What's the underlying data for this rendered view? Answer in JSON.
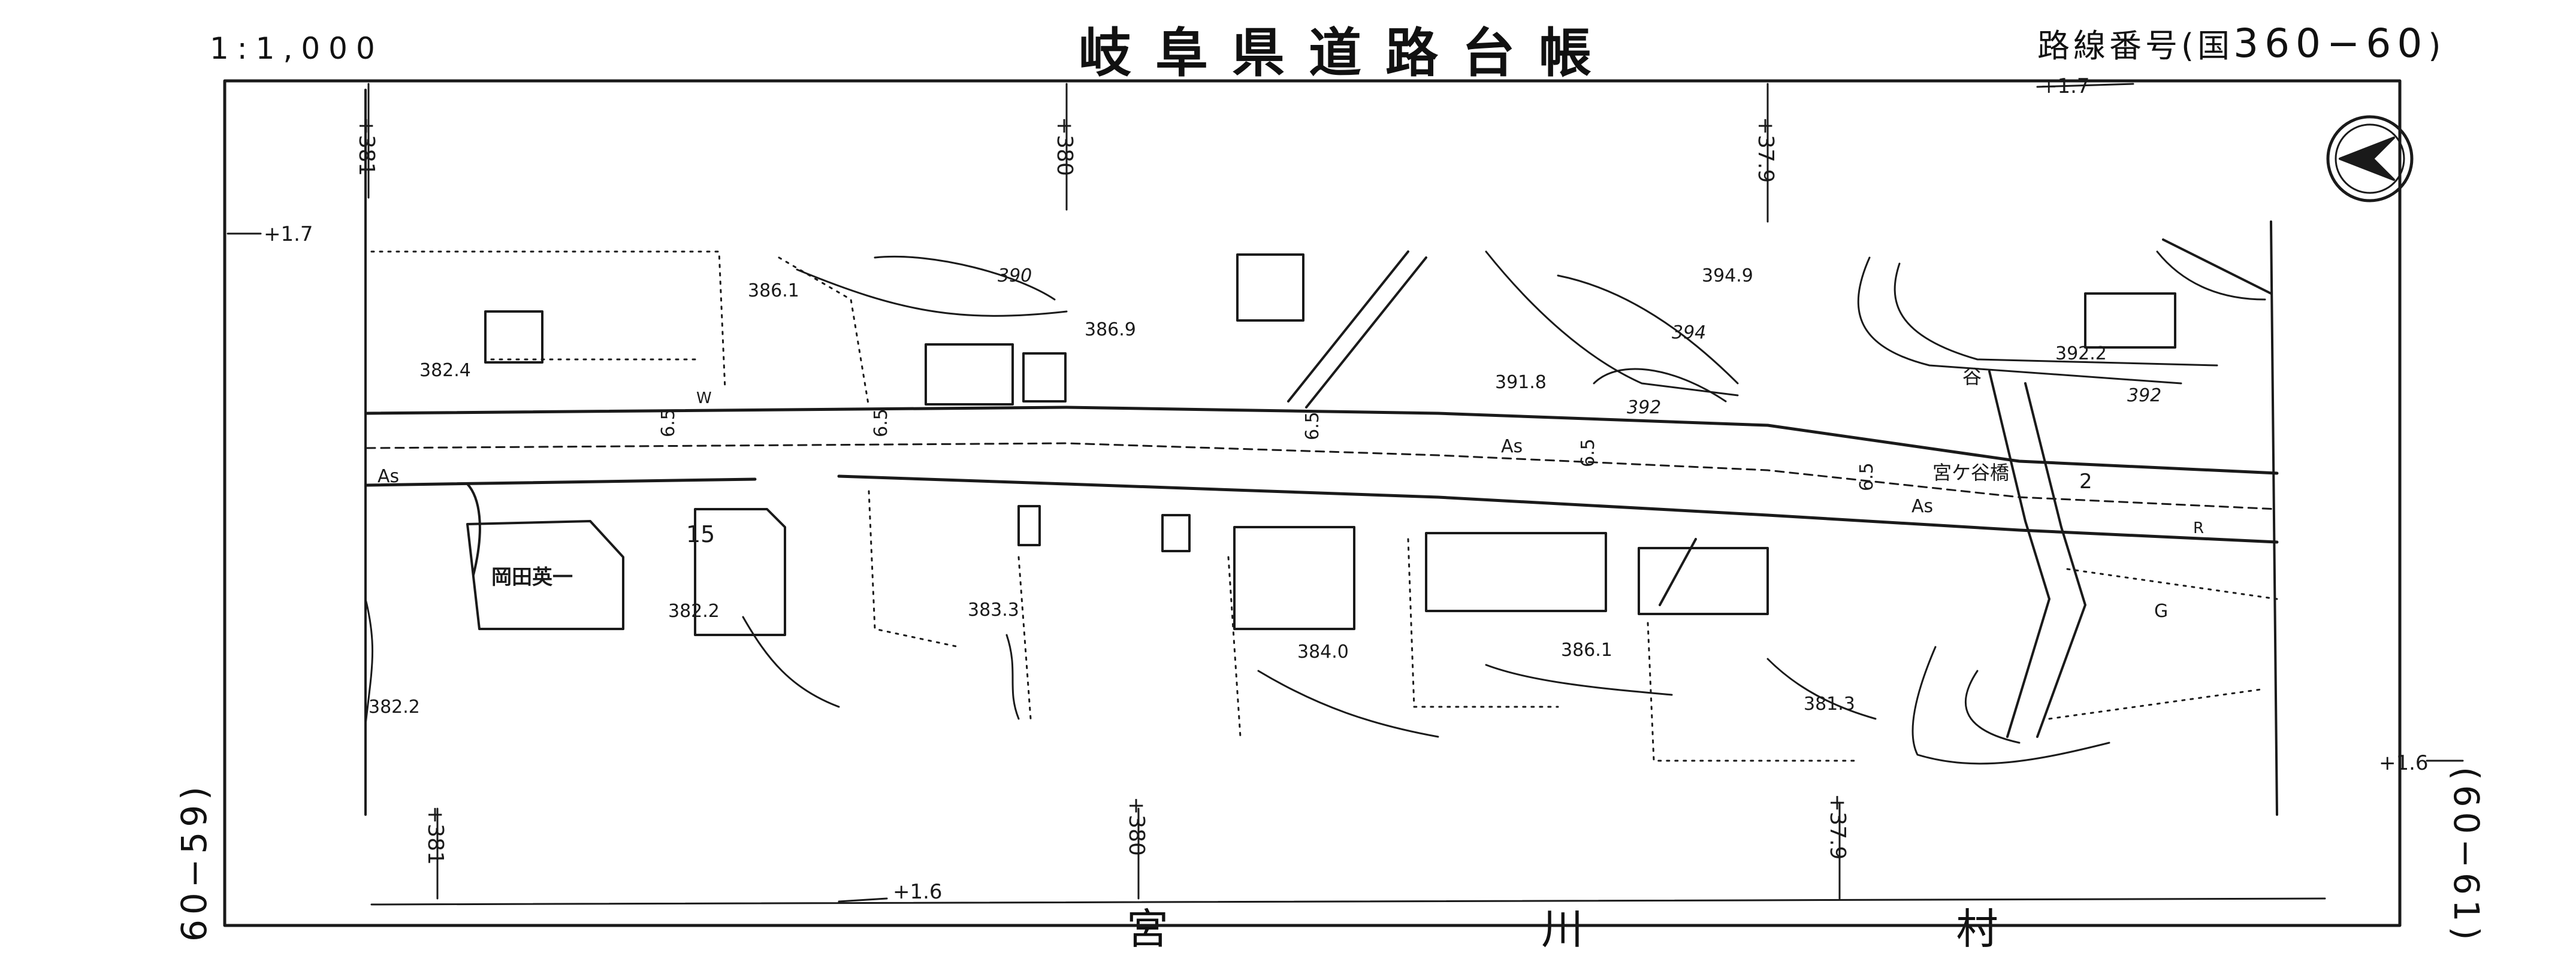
{
  "header": {
    "scale": "1:1,000",
    "title": "岐阜県道路台帳",
    "route_prefix": "路線番号(国",
    "route_number": "360−60",
    "route_suffix": ")"
  },
  "footer": {
    "village": "宮 川 村"
  },
  "sheets": {
    "left": "60−59)",
    "right": "(60−61)"
  },
  "chainage": {
    "top_381": "+381",
    "top_380": "+380",
    "top_379": "+37.9",
    "bottom_381": "+381",
    "bottom_380": "+380",
    "bottom_379": "+37.9"
  },
  "offsets": {
    "left_top": "+1.7",
    "right_top": "+1.7",
    "right_bottom": "+1.6",
    "bottom_left": "+1.6"
  },
  "elevations": {
    "e3861": "386.1",
    "e3824": "382.4",
    "e3869": "386.9",
    "e3949": "394.9",
    "e3918": "391.8",
    "e3922": "392.2",
    "e3822": "382.2",
    "e3822b": "382.2",
    "e3833": "383.3",
    "e3840": "384.0",
    "e3861b": "386.1",
    "e3813": "381.3"
  },
  "contours": {
    "c390": "390",
    "c392": "392",
    "c394": "394",
    "c392b": "392"
  },
  "road_labels": {
    "as_left": "As",
    "as_center": "As",
    "as_right": "As",
    "width1": "6.5",
    "width2": "6.5",
    "width3": "6.5",
    "width4": "6.5",
    "width5": "6.5"
  },
  "place_labels": {
    "owner": "岡田英一",
    "bridge": "宮ケ谷橋",
    "valley": "谷",
    "lot_g": "G",
    "lot_r": "R",
    "km_mark": "2",
    "lot_w": "W",
    "lot_15": "15"
  },
  "colors": {
    "ink": "#1a1a1a",
    "paper": "#ffffff"
  }
}
